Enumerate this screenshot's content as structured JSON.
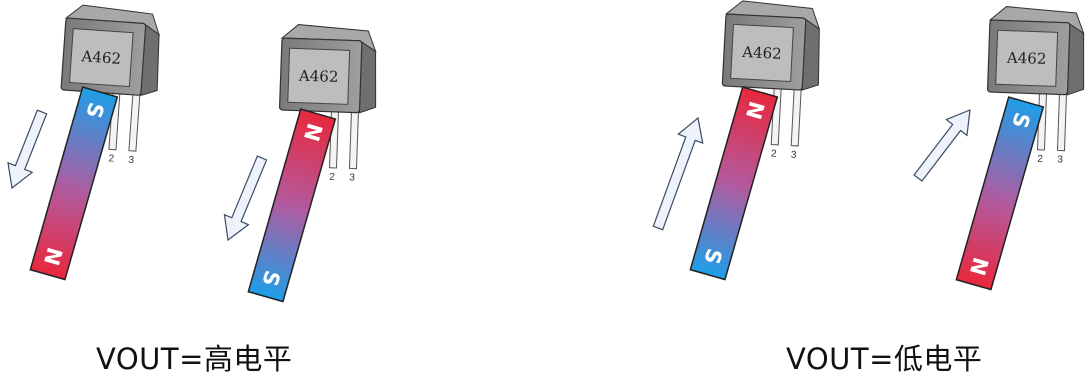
{
  "chip_marking": "A462",
  "pin_labels": [
    "2",
    "3"
  ],
  "pole_labels": {
    "north": "N",
    "south": "S"
  },
  "captions": {
    "left": "VOUT=高电平",
    "right": "VOUT=低电平"
  },
  "colors": {
    "north": "#e8283c",
    "south": "#1e9ee8",
    "blend": "#b35a9e",
    "sensor_body": "#8e8e8e",
    "sensor_face": "#bdbdbd",
    "arrow_fill": "#eef3fb",
    "arrow_stroke": "#3c4b66"
  },
  "groups": [
    {
      "id": "g1",
      "pole_at_sensor": "S",
      "motion": "away"
    },
    {
      "id": "g2",
      "pole_at_sensor": "N",
      "motion": "away"
    },
    {
      "id": "g3",
      "pole_at_sensor": "N",
      "motion": "toward"
    },
    {
      "id": "g4",
      "pole_at_sensor": "S",
      "motion": "toward"
    }
  ]
}
